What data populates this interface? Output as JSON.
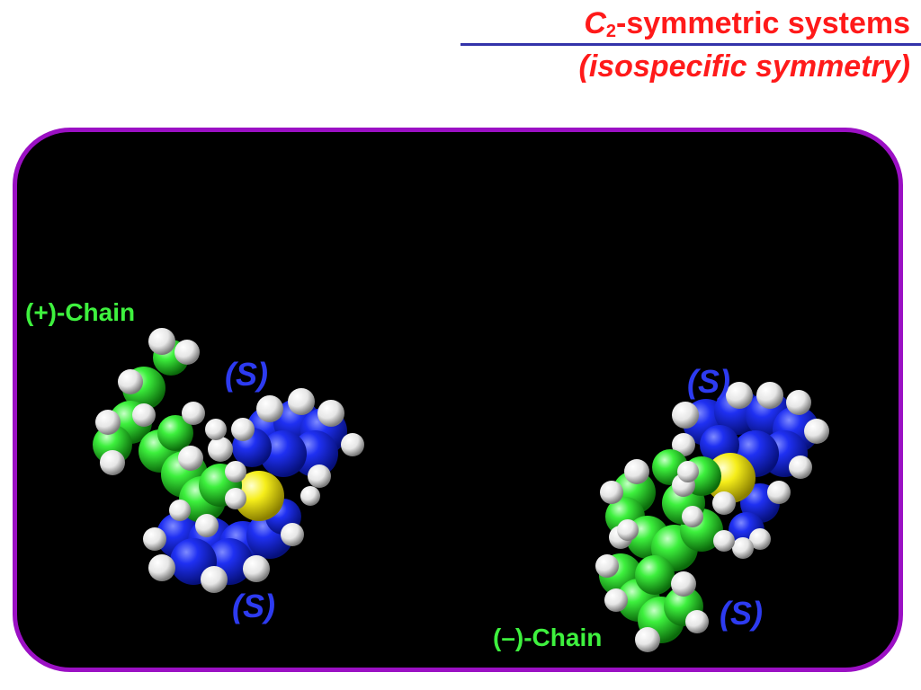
{
  "title": {
    "symbol": "C",
    "subscript": "2",
    "rest": "-symmetric systems",
    "subtitle": "(isospecific symmetry)"
  },
  "labels": {
    "plus_chain": "(+)-Chain",
    "minus_chain": "(–)-Chain",
    "stereo_left_top": "(S)",
    "stereo_left_bottom": "(S)",
    "stereo_right_top": "(S)",
    "stereo_right_bottom": "(S)"
  },
  "colors": {
    "title": "#ff1a1a",
    "rule": "#3333aa",
    "panel_border": "#9b10c4",
    "chain_label": "#3ef13e",
    "stereo_label": "#2d3bf0",
    "carbon_green": "#2ee82e",
    "nitrogen_blue": "#1c2bf0",
    "hydrogen_white": "#f2f2f2",
    "metal_yellow": "#f4ec18"
  },
  "icons": {
    "left_molecule": "space-filling-molecule-model",
    "right_molecule": "space-filling-molecule-model"
  }
}
